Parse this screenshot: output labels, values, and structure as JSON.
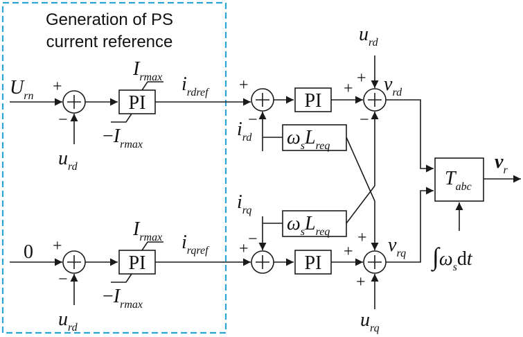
{
  "region": {
    "title_line1": "Generation of PS",
    "title_line2": "current reference",
    "accent_color": "#2aa3d6"
  },
  "blocks": {
    "pi": "PI",
    "cross_omega": "ω",
    "cross_s": "s",
    "cross_L": "L",
    "cross_req": "req",
    "tabc_T": "T",
    "tabc_sub": "abc",
    "integral": "∫",
    "integral_omega": "ω",
    "integral_s": "s",
    "integral_d": "d",
    "integral_t": "t"
  },
  "signals": {
    "U": "U",
    "rn": "rn",
    "zero": "0",
    "u": "u",
    "rd": "rd",
    "rq": "rq",
    "i": "i",
    "rdref": "rdref",
    "rqref": "rqref",
    "I": "I",
    "rmax": "rmax",
    "minus": "−",
    "v": "v",
    "vr_sub": "r",
    "plus": "+",
    "minus_sign": "−"
  }
}
